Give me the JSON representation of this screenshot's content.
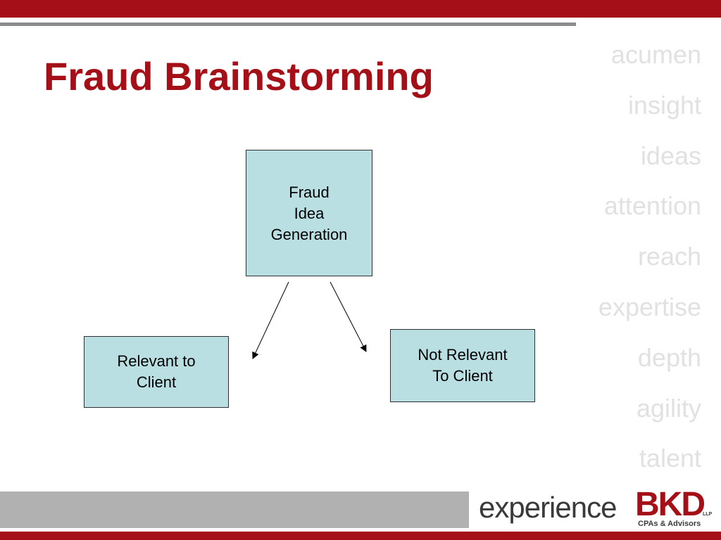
{
  "slide": {
    "title": "Fraud Brainstorming",
    "side_words": [
      "acumen",
      "insight",
      "ideas",
      "attention",
      "reach",
      "expertise",
      "depth",
      "agility",
      "talent"
    ]
  },
  "diagram": {
    "top_box": "Fraud\nIdea\nGeneration",
    "left_box": "Relevant to\nClient",
    "right_box": "Not Relevant\nTo Client"
  },
  "logo": {
    "word": "experience",
    "brand": "BKD",
    "suffix": "LLP",
    "tagline": "CPAs & Advisors"
  },
  "colors": {
    "accent_red": "#a50f17",
    "box_fill": "#b9dfe3",
    "side_word_gray": "#e1e1e1"
  }
}
